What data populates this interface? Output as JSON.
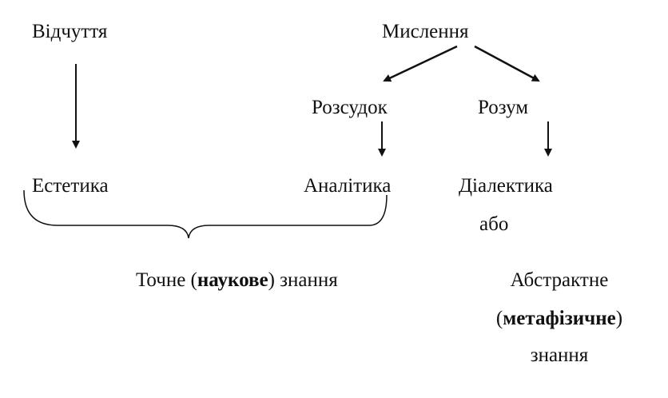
{
  "nodes": {
    "vidchuttya": "Відчуття",
    "myslennya": "Мислення",
    "rozsudok": "Розсудок",
    "rozum": "Розум",
    "estetyka": "Естетика",
    "analityka": "Аналітика",
    "dialektyka": "Діалектика",
    "abo": "або",
    "tochne": {
      "before": "Точне (",
      "bold": "наукове",
      "after": ") знання"
    },
    "abstraktne": "Абстрактне",
    "metafizychne": {
      "before": "(",
      "bold": "метафізичне",
      "after": ")"
    },
    "znannya": "знання"
  },
  "colors": {
    "text": "#111111",
    "line": "#111111",
    "background": "#ffffff"
  }
}
